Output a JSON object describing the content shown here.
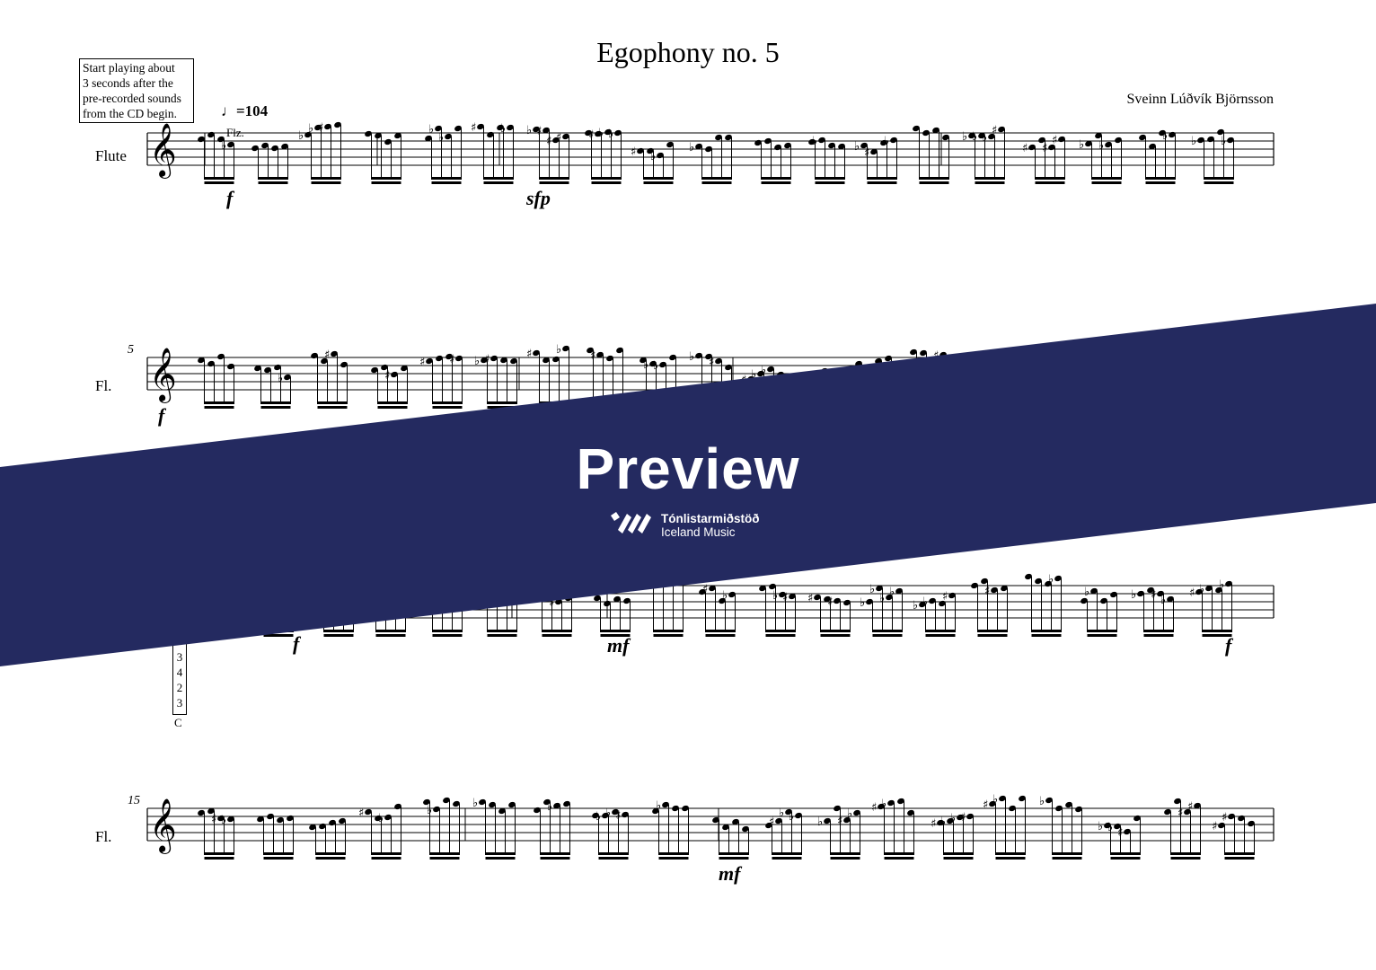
{
  "score": {
    "title": "Egophony no. 5",
    "composer": "Sveinn Lúðvík Björnsson",
    "instruction_lines": [
      "Start playing about",
      "3 seconds after the",
      "pre-recorded sounds",
      "from the CD begin."
    ],
    "tempo": "=104",
    "technique": "Flz.",
    "systems": [
      {
        "instrument": "Flute",
        "measure_number": "",
        "dynamics": [
          "f",
          "sfp"
        ]
      },
      {
        "instrument": "Fl.",
        "measure_number": "5",
        "dynamics": [
          "f"
        ]
      },
      {
        "instrument": "",
        "measure_number": "",
        "dynamics": [
          "f",
          "mf",
          "f"
        ]
      },
      {
        "instrument": "Fl.",
        "measure_number": "15",
        "dynamics": [
          "mf"
        ]
      }
    ],
    "fingering": {
      "digits": [
        "3",
        "4",
        "2",
        "3"
      ],
      "note": "C"
    }
  },
  "watermark": {
    "label": "Preview",
    "publisher_line1": "Tónlistarmiðstöð",
    "publisher_line2": "Iceland Music",
    "color": "#242a60"
  }
}
